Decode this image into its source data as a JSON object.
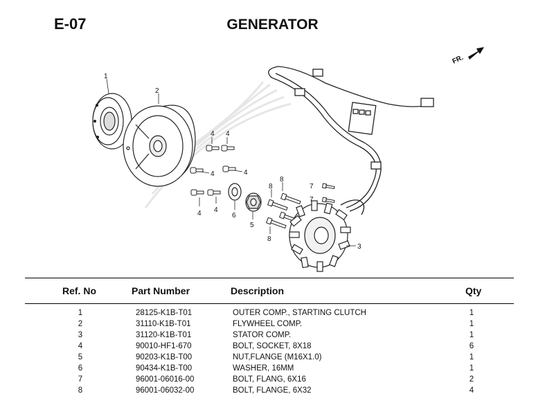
{
  "page": {
    "code": "E-07",
    "title": "GENERATOR"
  },
  "diagram": {
    "front_marker": "FR.",
    "callouts": [
      "1",
      "2",
      "3",
      "4",
      "4",
      "4",
      "4",
      "4",
      "4",
      "5",
      "6",
      "7",
      "7",
      "8",
      "8",
      "8"
    ]
  },
  "table": {
    "headers": {
      "ref": "Ref. No",
      "part": "Part Number",
      "desc": "Description",
      "qty": "Qty"
    },
    "rows": [
      {
        "ref": "1",
        "part": "28125-K1B-T01",
        "desc": "OUTER COMP., STARTING CLUTCH",
        "qty": "1"
      },
      {
        "ref": "2",
        "part": "31110-K1B-T01",
        "desc": "FLYWHEEL COMP.",
        "qty": "1"
      },
      {
        "ref": "3",
        "part": "31120-K1B-T01",
        "desc": "STATOR COMP.",
        "qty": "1"
      },
      {
        "ref": "4",
        "part": "90010-HF1-670",
        "desc": "BOLT, SOCKET, 8X18",
        "qty": "6"
      },
      {
        "ref": "5",
        "part": "90203-K1B-T00",
        "desc": "NUT,FLANGE (M16X1.0)",
        "qty": "1"
      },
      {
        "ref": "6",
        "part": "90434-K1B-T00",
        "desc": "WASHER, 16MM",
        "qty": "1"
      },
      {
        "ref": "7",
        "part": "96001-06016-00",
        "desc": "BOLT, FLANG, 6X16",
        "qty": "2"
      },
      {
        "ref": "8",
        "part": "96001-06032-00",
        "desc": "BOLT, FLANGE, 6X32",
        "qty": "4"
      }
    ]
  }
}
